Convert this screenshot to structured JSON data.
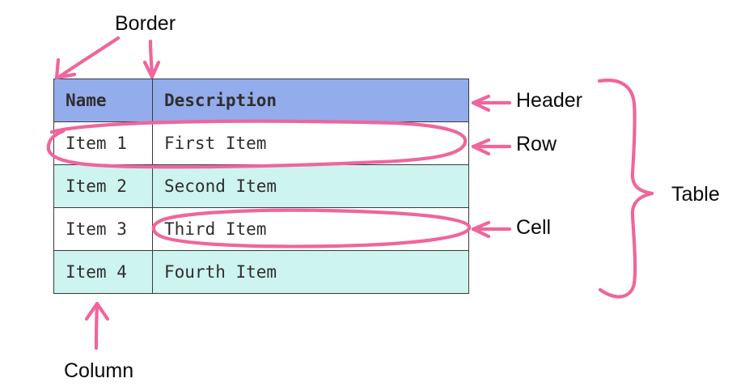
{
  "figure": {
    "title": "HTML table anatomy diagram",
    "background_color": "#ffffff",
    "annotation_color": "#f0659c",
    "header_fill": "#93aceb",
    "row_alt_fill": "#cdf4ee",
    "row_base_fill": "#ffffff",
    "border_color": "#2e2e2e",
    "text_color": "#2e2e2e",
    "label_color": "#0a0a0a"
  },
  "table": {
    "columns": [
      {
        "key": "name",
        "header": "Name"
      },
      {
        "key": "description",
        "header": "Description"
      }
    ],
    "rows": [
      {
        "name": "Item 1",
        "description": "First Item",
        "shade": "white"
      },
      {
        "name": "Item 2",
        "description": "Second Item",
        "shade": "mint"
      },
      {
        "name": "Item 3",
        "description": "Third Item",
        "shade": "white"
      },
      {
        "name": "Item 4",
        "description": "Fourth Item",
        "shade": "mint"
      }
    ]
  },
  "annotations": {
    "border": {
      "label": "Border",
      "marker": "two-arrows",
      "targets": [
        "table-outer-left-border",
        "column-divider-border"
      ]
    },
    "header": {
      "label": "Header",
      "marker": "left-arrow",
      "target": "table-header-row"
    },
    "row": {
      "label": "Row",
      "marker": "left-arrow-with-ellipse",
      "target": "table-row-item-1"
    },
    "cell": {
      "label": "Cell",
      "marker": "left-arrow-with-ellipse",
      "target": "cell-third-item-description"
    },
    "table": {
      "label": "Table",
      "marker": "curly-brace",
      "target": "whole-table"
    },
    "column": {
      "label": "Column",
      "marker": "up-arrow",
      "target": "table-column-name"
    }
  }
}
